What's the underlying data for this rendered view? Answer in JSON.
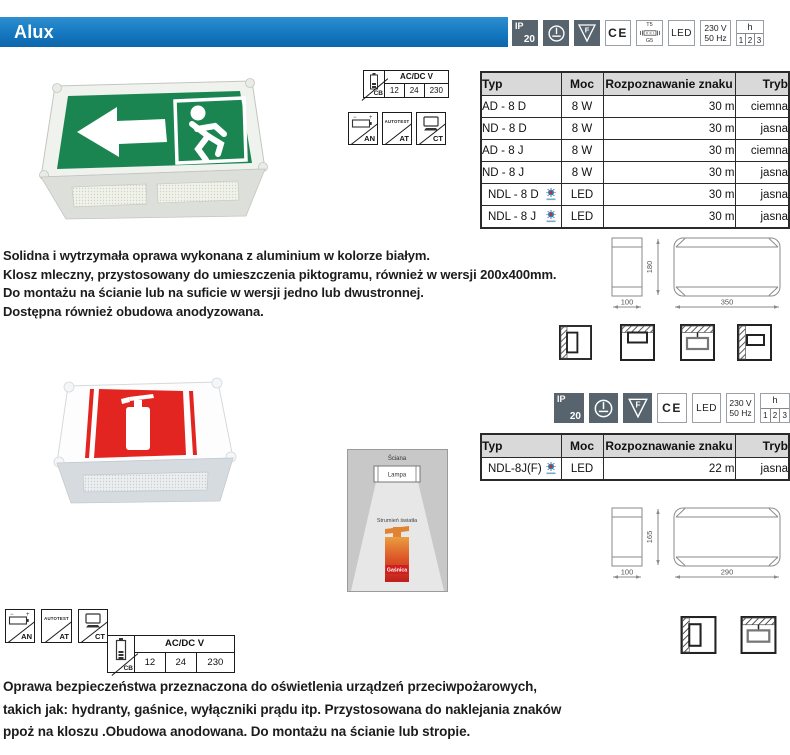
{
  "header": {
    "title": "Alux"
  },
  "cert": {
    "ip_label": "IP",
    "ip_value": "20",
    "f_label": "F",
    "ce_label": "CE",
    "tube_top": "T5",
    "tube_bottom": "G5",
    "led_label": "LED",
    "volt_line1": "230 V",
    "volt_line2": "50 Hz",
    "h_label": "h",
    "h_cells": [
      "1",
      "2",
      "3"
    ]
  },
  "supply": {
    "acdc_header": "AC/DC V",
    "v": [
      "12",
      "24",
      "230"
    ],
    "cb_label": "CB",
    "an_label": "AN",
    "at_label": "AT",
    "ct_label": "CT",
    "autotest_text": "AUTOTEST"
  },
  "table1": {
    "col_typ": "Typ",
    "col_moc": "Moc",
    "col_rozp": "Rozpoznawanie znaku",
    "col_tryb": "Tryb",
    "rows": [
      {
        "typ": "AD - 8 D",
        "moc": "8 W",
        "rozp": "30 m",
        "tryb": "ciemna"
      },
      {
        "typ": "ND - 8 D",
        "moc": "8 W",
        "rozp": "30 m",
        "tryb": "jasna"
      },
      {
        "typ": "AD - 8 J",
        "moc": "8 W",
        "rozp": "30 m",
        "tryb": "ciemna"
      },
      {
        "typ": "ND - 8 J",
        "moc": "8 W",
        "rozp": "30 m",
        "tryb": "jasna"
      },
      {
        "typ": "NDL - 8 D",
        "moc": "LED",
        "rozp": "30 m",
        "tryb": "jasna"
      },
      {
        "typ": "NDL - 8 J",
        "moc": "LED",
        "rozp": "30 m",
        "tryb": "jasna"
      }
    ]
  },
  "table2": {
    "col_typ": "Typ",
    "col_moc": "Moc",
    "col_rozp": "Rozpoznawanie znaku",
    "col_tryb": "Tryb",
    "rows": [
      {
        "typ": "NDL-8J(F)",
        "moc": "LED",
        "rozp": "22 m",
        "tryb": "jasna"
      }
    ]
  },
  "desc1": {
    "line1": "Solidna i wytrzymała oprawa wykonana z aluminium w kolorze białym.",
    "line2": "Klosz mleczny, przystosowany do umieszczenia piktogramu, również w wersji 200x400mm.",
    "line3": "Do montażu na ścianie lub na suficie w wersji jedno lub dwustronnej.",
    "line4": "Dostępna również obudowa anodyzowana."
  },
  "desc2": {
    "line1": "Oprawa bezpieczeństwa przeznaczona do oświetlenia urządzeń przeciwpożarowych,",
    "line2": "takich jak: hydranty, gaśnice, wyłączniki prądu itp. Przystosowana do naklejania znaków",
    "line3": "ppoż na kloszu .Obudowa anodowana. Do montażu na ścianie lub stropie."
  },
  "dims1": {
    "depth": "100",
    "height": "180",
    "width": "350"
  },
  "dims2": {
    "depth": "100",
    "height": "165",
    "width": "290"
  },
  "diagram": {
    "wall": "Ściana",
    "lamp": "Lampa",
    "beam": "Strumień światła",
    "extinguisher": "Gaśnica"
  },
  "colors": {
    "header_blue": "#1478c0",
    "icon_dark": "#57646e",
    "sign_green": "#1b8551",
    "sign_red": "#e32522",
    "table_header_bg": "#d9d9d9"
  }
}
